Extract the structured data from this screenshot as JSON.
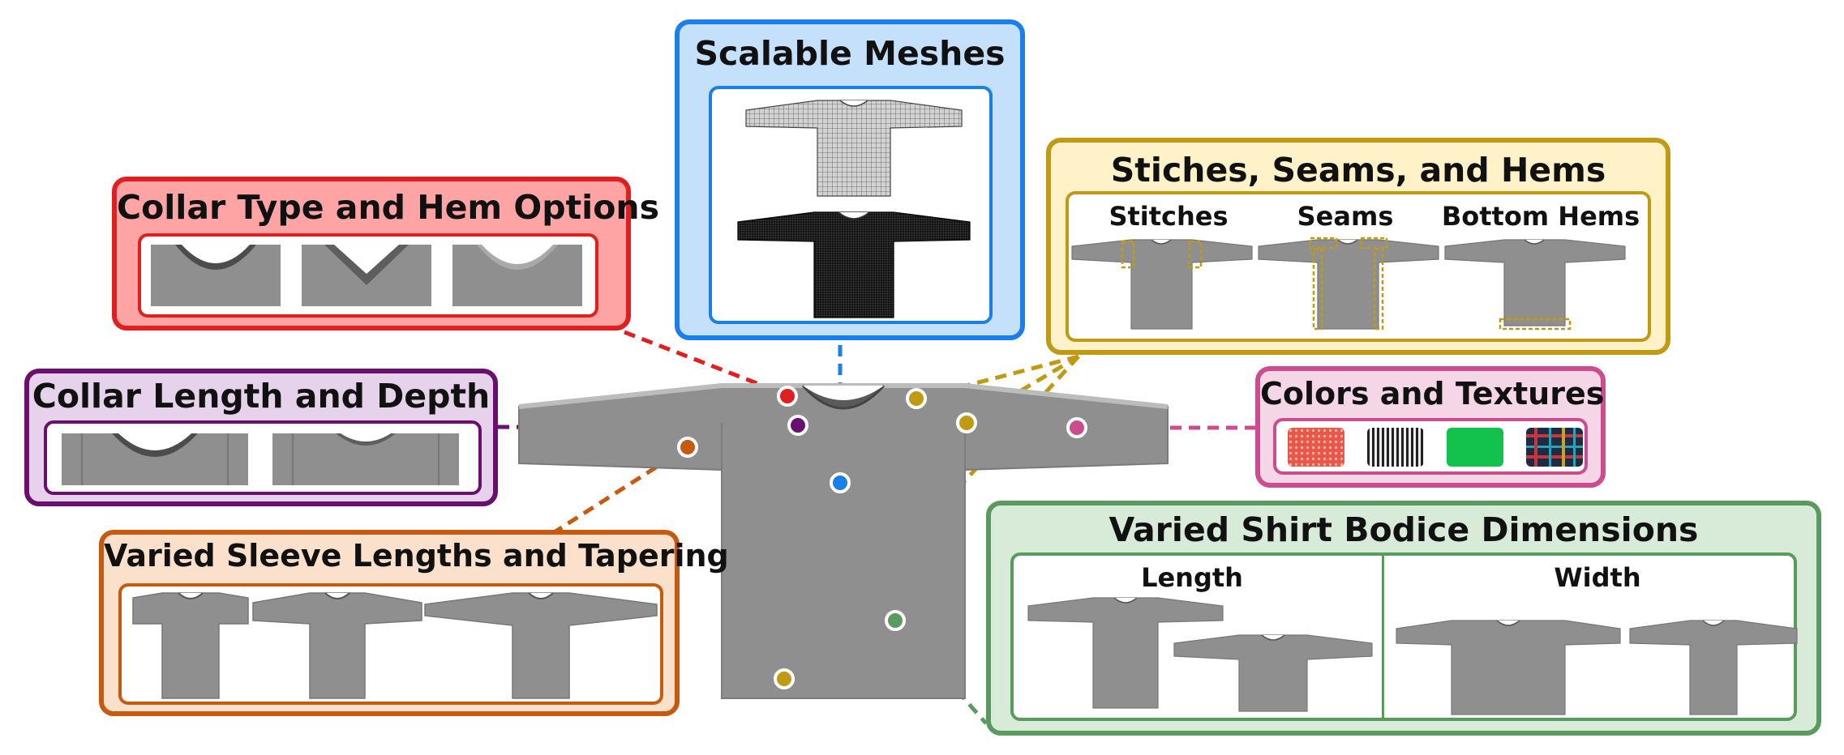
{
  "panels": {
    "collar_type": {
      "title": "Collar Type and Hem Options",
      "color": "#e02020",
      "fill": "#ffa4a4"
    },
    "collar_length": {
      "title": "Collar Length and Depth",
      "color": "#6b0f6f",
      "fill": "#e6d2ea"
    },
    "sleeve": {
      "title": "Varied Sleeve Lengths and Tapering",
      "color": "#c55a11",
      "fill": "#fbe1cb"
    },
    "meshes": {
      "title": "Scalable Meshes",
      "color": "#1a7fe8",
      "fill": "#c5e0fb"
    },
    "stitches": {
      "title": "Stiches, Seams, and Hems",
      "color": "#c09a12",
      "fill": "#fff2c8",
      "labels": [
        "Stitches",
        "Seams",
        "Bottom Hems"
      ]
    },
    "colors": {
      "title": "Colors and Textures",
      "color": "#cc4d8f",
      "fill": "#f4d6e6",
      "swatch_colors": [
        "#e8584a",
        "#222222",
        "#12c24c",
        "#1f2a44"
      ]
    },
    "bodice": {
      "title": "Varied Shirt Bodice Dimensions",
      "color": "#5b9a5e",
      "fill": "#d8ead8",
      "labels": [
        "Length",
        "Width"
      ]
    }
  }
}
